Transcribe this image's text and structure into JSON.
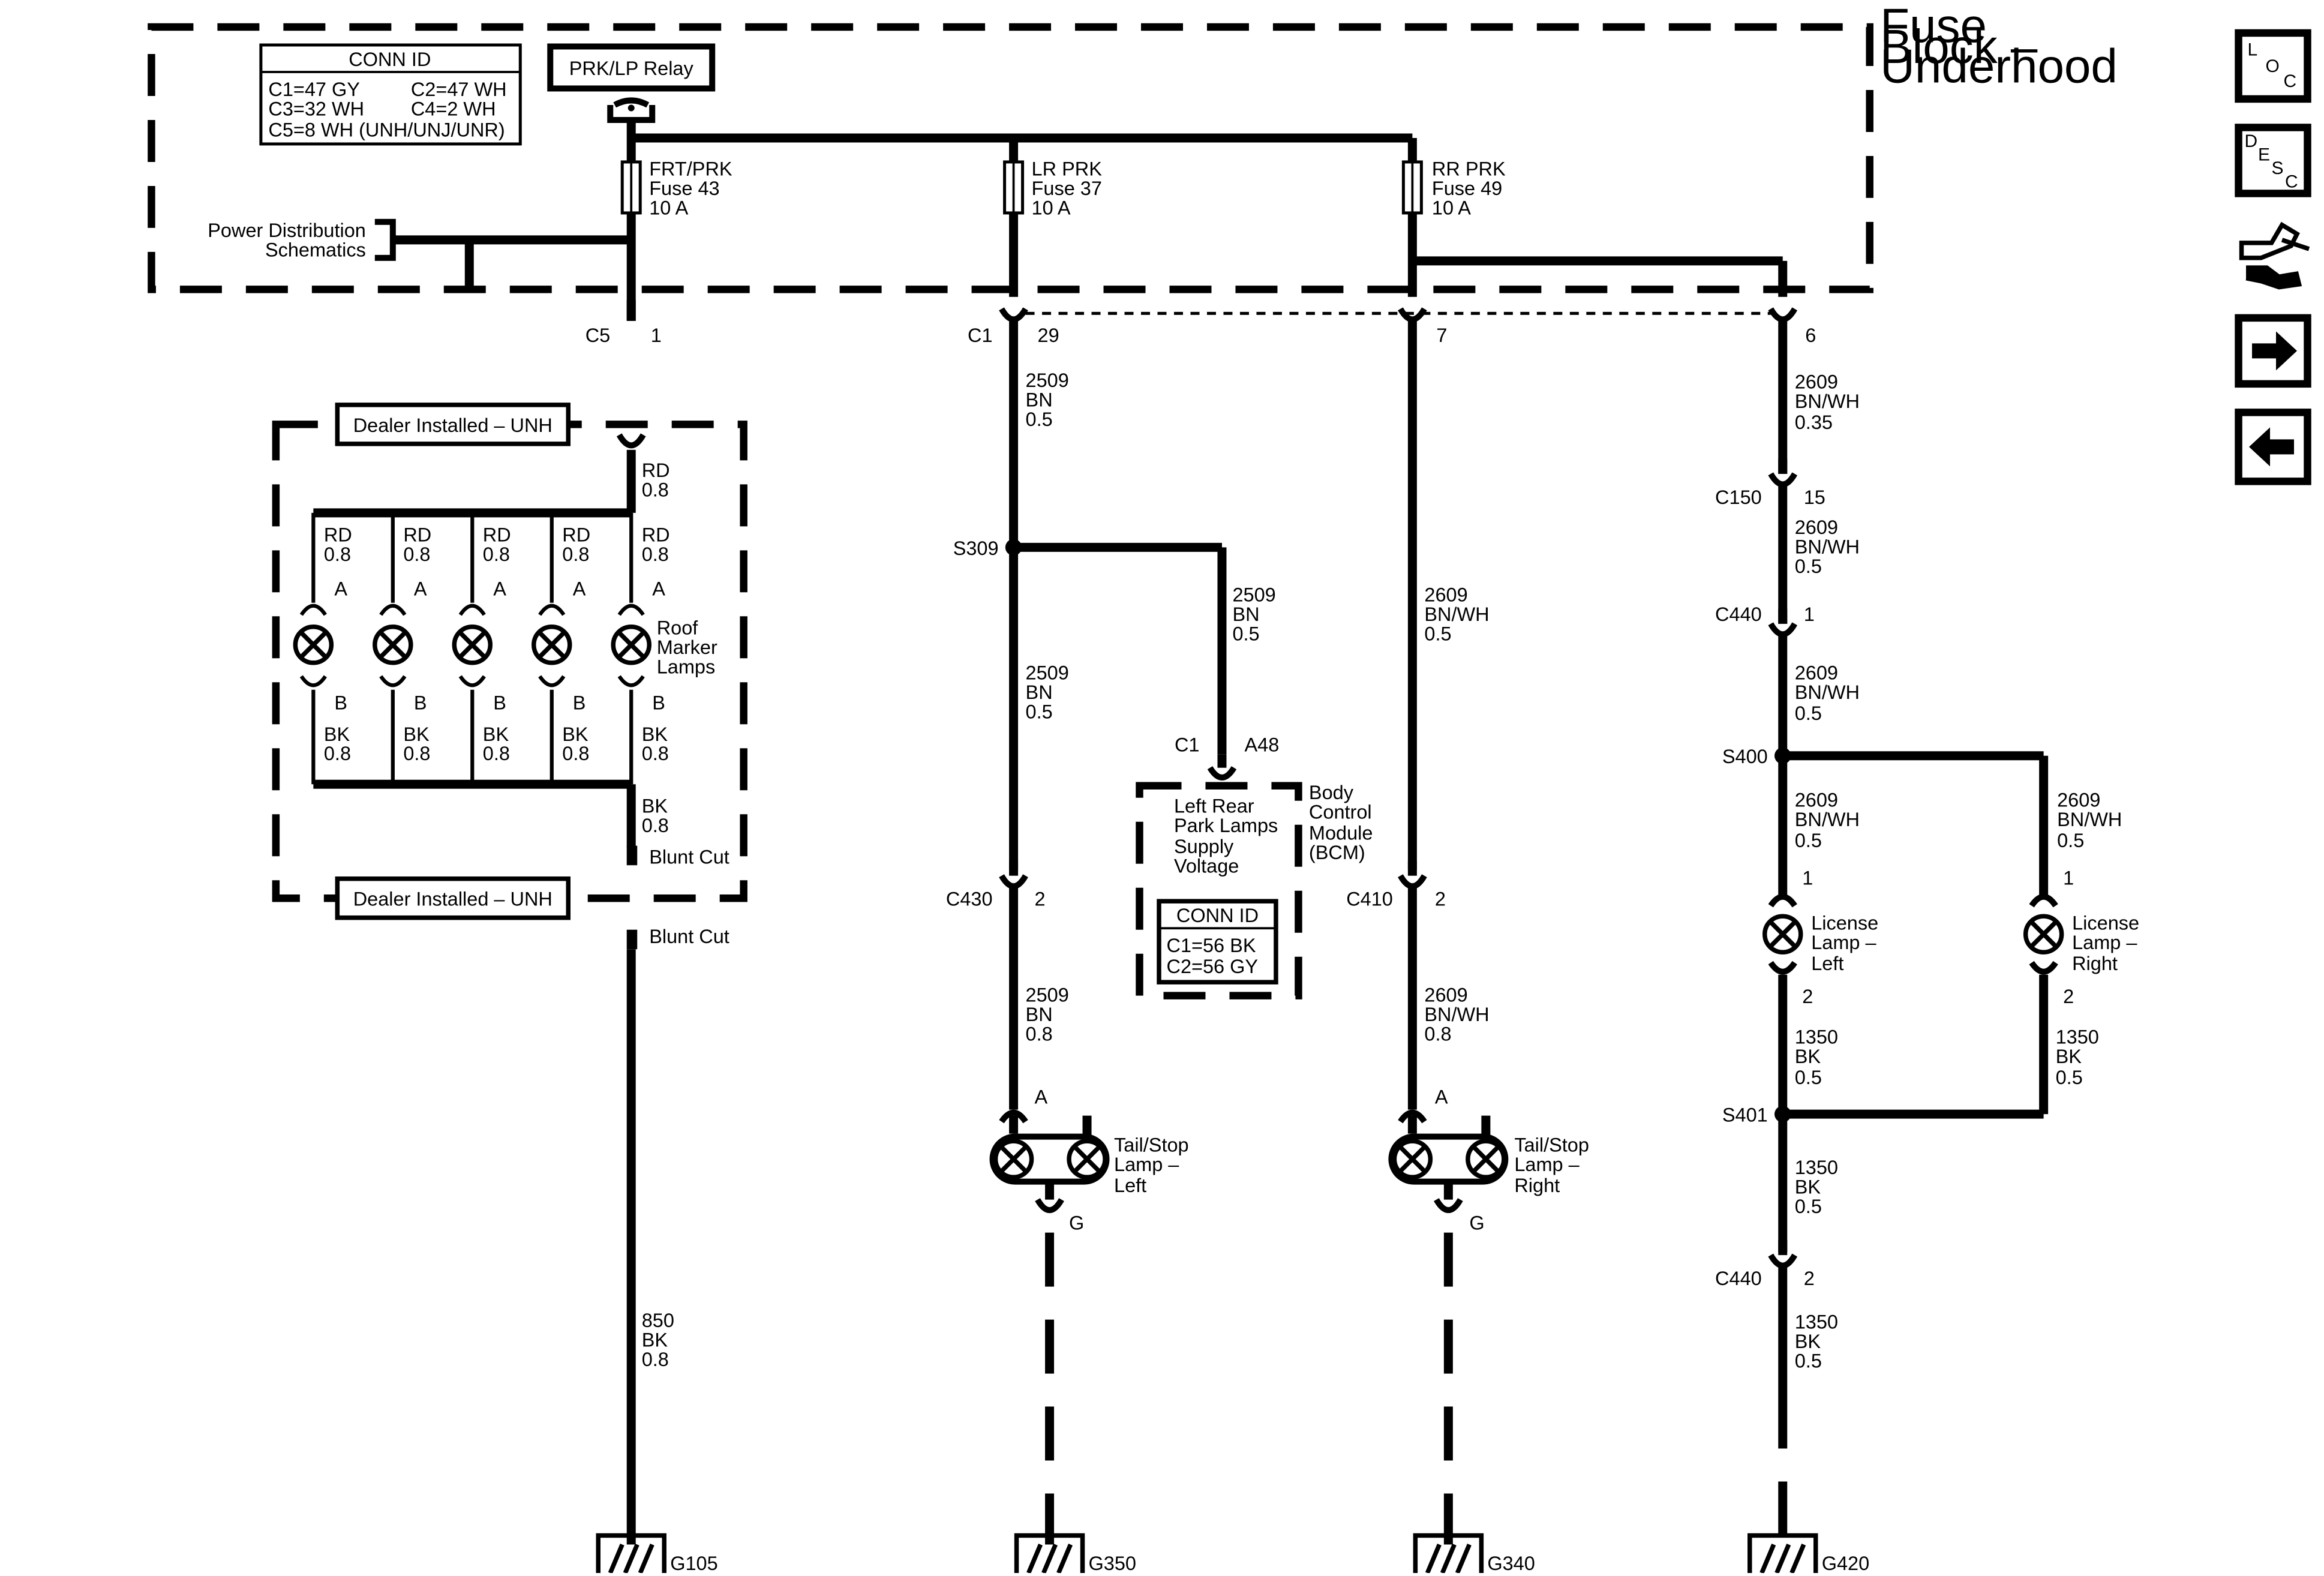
{
  "fuse_block": {
    "title": [
      "Fuse",
      "Block –",
      "Underhood"
    ],
    "conn_id": {
      "header": "CONN ID",
      "rows": [
        "C1=47 GY",
        "C2=47 WH",
        "C3=32 WH",
        "C4=2 WH",
        "C5=8 WH (UNH/UNJ/UNR)"
      ]
    },
    "relay": "PRK/LP Relay",
    "power_distribution": [
      "Power Distribution",
      "Schematics"
    ],
    "fuses": [
      {
        "name": "FRT/PRK",
        "fuse": "Fuse 43",
        "rating": "10 A"
      },
      {
        "name": "LR PRK",
        "fuse": "Fuse 37",
        "rating": "10 A"
      },
      {
        "name": "RR PRK",
        "fuse": "Fuse 49",
        "rating": "10 A"
      }
    ]
  },
  "connectors": {
    "c5": "C5",
    "c5_pin": "1",
    "c1": "C1",
    "c1_pin": "29",
    "pin7": "7",
    "pin6": "6",
    "c150": "C150",
    "c150_pin": "15",
    "c440a": "C440",
    "c440a_pin": "1",
    "c430": "C430",
    "c430_pin": "2",
    "c410": "C410",
    "c410_pin": "2",
    "c440b": "C440",
    "c440b_pin": "2",
    "bcm_c1": "C1",
    "bcm_pin": "A48"
  },
  "splices": {
    "s309": "S309",
    "s400": "S400",
    "s401": "S401"
  },
  "roof_markers": {
    "header_top": "Dealer Installed – UNH",
    "header_bottom": "Dealer Installed – UNH",
    "feed_wire": [
      "RD",
      "0.8"
    ],
    "lamp_wire_top": [
      "RD",
      "0.8"
    ],
    "lamp_wire_bottom": [
      "BK",
      "0.8"
    ],
    "pin_a": "A",
    "pin_b": "B",
    "lamp_label": [
      "Roof",
      "Marker",
      "Lamps"
    ],
    "ground_wire": [
      "BK",
      "0.8"
    ],
    "blunt_cut": "Blunt Cut"
  },
  "blunt_cut_lower": "Blunt Cut",
  "wires": {
    "w850": [
      "850",
      "BK",
      "0.8"
    ],
    "w2509_a": [
      "2509",
      "BN",
      "0.5"
    ],
    "w2509_bcm": [
      "2509",
      "BN",
      "0.5"
    ],
    "w2509_b": [
      "2509",
      "BN",
      "0.5"
    ],
    "w2509_c": [
      "2509",
      "BN",
      "0.8"
    ],
    "w2609_r1": [
      "2609",
      "BN/WH",
      "0.5"
    ],
    "w2609_r2": [
      "2609",
      "BN/WH",
      "0.8"
    ],
    "w2609_a": [
      "2609",
      "BN/WH",
      "0.35"
    ],
    "w2609_b": [
      "2609",
      "BN/WH",
      "0.5"
    ],
    "w2609_c": [
      "2609",
      "BN/WH",
      "0.5"
    ],
    "w2609_d": [
      "2609",
      "BN/WH",
      "0.5"
    ],
    "w2609_e": [
      "2609",
      "BN/WH",
      "0.5"
    ],
    "w1350_a": [
      "1350",
      "BK",
      "0.5"
    ],
    "w1350_b": [
      "1350",
      "BK",
      "0.5"
    ],
    "w1350_c": [
      "1350",
      "BK",
      "0.5"
    ],
    "w1350_d": [
      "1350",
      "BK",
      "0.5"
    ]
  },
  "bcm": {
    "title": [
      "Body",
      "Control",
      "Module",
      "(BCM)"
    ],
    "function": [
      "Left Rear",
      "Park Lamps",
      "Supply",
      "Voltage"
    ],
    "conn_header": "CONN ID",
    "conn_rows": [
      "C1=56 BK",
      "C2=56 GY"
    ]
  },
  "lamps": {
    "tail_left": [
      "Tail/Stop",
      "Lamp –",
      "Left"
    ],
    "tail_right": [
      "Tail/Stop",
      "Lamp –",
      "Right"
    ],
    "tail_pin_a": "A",
    "tail_pin_g": "G",
    "license_left": [
      "License",
      "Lamp –",
      "Left"
    ],
    "license_right": [
      "License",
      "Lamp –",
      "Right"
    ],
    "license_pin1": "1",
    "license_pin2": "2"
  },
  "grounds": {
    "g105": "G105",
    "g350": "G350",
    "g340": "G340",
    "g420": "G420"
  },
  "nav": {
    "loc": [
      "L",
      "O",
      "C"
    ],
    "desc": [
      "D",
      "E",
      "S",
      "C"
    ],
    "icons": [
      "wrench-hand-icon",
      "arrow-right-icon",
      "arrow-left-icon"
    ]
  }
}
